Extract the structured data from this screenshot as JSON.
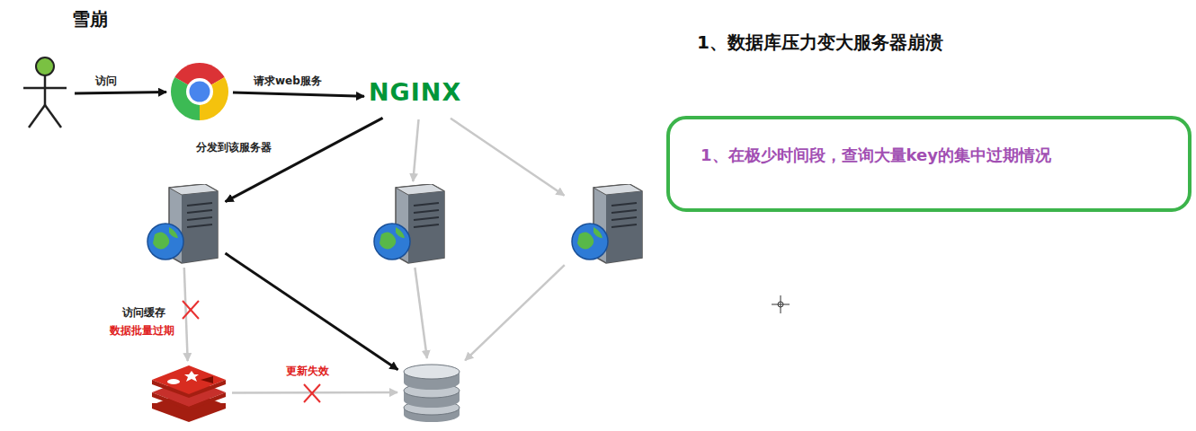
{
  "diagram": {
    "title": "雪崩",
    "nodes": [
      {
        "text": []
      },
      {
        "text": []
      },
      {
        "text": [
          "NGINX"
        ]
      },
      {
        "text": []
      },
      {
        "text": []
      },
      {
        "text": []
      },
      {
        "text": []
      },
      {
        "text": []
      },
      {
        "text": [
          "1、在极少时间段，查询大量key的集中过期情况"
        ]
      }
    ],
    "edges": [
      {
        "from": 0,
        "to": 1,
        "arrow": "to",
        "label": "访问"
      },
      {
        "from": 1,
        "to": 2,
        "arrow": "to",
        "label": "请求web服务"
      },
      {
        "from": 2,
        "to": 3,
        "arrow": "to",
        "label": "分发到该服务器"
      },
      {
        "from": 2,
        "to": 4,
        "arrow": "to"
      },
      {
        "from": 2,
        "to": 5,
        "arrow": "to"
      },
      {
        "from": 3,
        "to": 6,
        "arrow": "to",
        "label": "访问缓存"
      },
      {
        "from": 3,
        "to": 7,
        "arrow": "to"
      },
      {
        "from": 4,
        "to": 7,
        "arrow": "to"
      },
      {
        "from": 5,
        "to": 7,
        "arrow": "to"
      },
      {
        "from": 6,
        "to": 7,
        "arrow": "to",
        "label": "更新失效"
      }
    ],
    "labels": [
      "1、数据库压力变大服务器崩溃",
      "数据批量过期"
    ]
  }
}
